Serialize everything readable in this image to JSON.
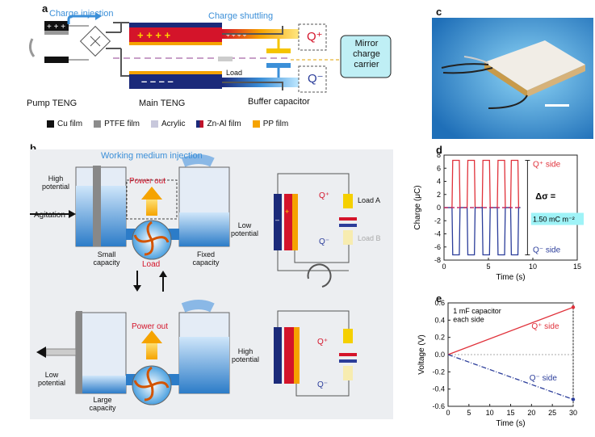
{
  "panels": {
    "a": "a",
    "b": "b",
    "c": "c",
    "d": "d",
    "e": "e"
  },
  "panel_a": {
    "charge_injection": "Charge injection",
    "charge_shuttling": "Charge shuttling",
    "mirror": "Mirror charge carrier",
    "load": "Load",
    "pump_teng": "Pump TENG",
    "main_teng": "Main TENG",
    "buffer_capacitor": "Buffer capacitor",
    "q_plus": "Q⁺",
    "q_minus": "Q⁻",
    "legend": [
      {
        "label": "Cu film",
        "color": "#111111"
      },
      {
        "label": "PTFE film",
        "color": "#8c8c8c"
      },
      {
        "label": "Acrylic",
        "color": "#c8c8dc"
      },
      {
        "label": "Zn-Al film",
        "color": "#c0122a"
      },
      {
        "label": "PP film",
        "color": "#f5a300"
      }
    ]
  },
  "panel_b": {
    "working_medium": "Working medium injection",
    "high_potential": "High potential",
    "low_potential": "Low potential",
    "agitation": "Agitation",
    "power_out": "Power out",
    "load": "Load",
    "small_capacity": "Small capacity",
    "fixed_capacity": "Fixed capacity",
    "large_capacity": "Large capacity",
    "load_a": "Load A",
    "load_b": "Load B",
    "q_plus": "Q⁺",
    "q_minus": "Q⁻"
  },
  "chart_data": [
    {
      "type": "line",
      "panel": "d",
      "xlabel": "Time (s)",
      "ylabel": "Charge (μC)",
      "xlim": [
        0,
        15
      ],
      "ylim": [
        -8,
        8
      ],
      "xticks": [
        "0",
        "5",
        "10",
        "15"
      ],
      "yticks": [
        "8",
        "6",
        "4",
        "2",
        "0",
        "-2",
        "-4",
        "-6",
        "-8"
      ],
      "pulse_starts": [
        0.9,
        2.6,
        4.3,
        6.0,
        7.5
      ],
      "pulse_width": 0.9,
      "series": [
        {
          "name": "Q⁺ side",
          "color": "#e0313a",
          "amplitude": 7.2
        },
        {
          "name": "Q⁻ side",
          "color": "#2b3d9a",
          "amplitude": -7.2
        }
      ],
      "annotations": {
        "q_plus": "Q⁺ side",
        "q_minus": "Q⁻ side",
        "delta_sigma": "Δσ =",
        "value": "1.50 mC m⁻²"
      }
    },
    {
      "type": "line",
      "panel": "e",
      "xlabel": "Time (s)",
      "ylabel": "Voltage (V)",
      "xlim": [
        0,
        30
      ],
      "ylim": [
        -0.6,
        0.6
      ],
      "xticks": [
        "0",
        "5",
        "10",
        "15",
        "20",
        "25",
        "30"
      ],
      "yticks": [
        "0.6",
        "0.4",
        "0.2",
        "0.0",
        "-0.2",
        "-0.4",
        "-0.6"
      ],
      "series": [
        {
          "name": "Q⁺ side",
          "color": "#e0313a",
          "x": [
            0,
            30
          ],
          "y": [
            0,
            0.55
          ]
        },
        {
          "name": "Q⁻ side",
          "color": "#2b3d9a",
          "x": [
            0,
            30
          ],
          "y": [
            0,
            -0.52
          ]
        }
      ],
      "annotations": {
        "capacitor": "1 mF capacitor",
        "each_side": "each side",
        "q_plus": "Q⁺ side",
        "q_minus": "Q⁻ side"
      }
    }
  ]
}
